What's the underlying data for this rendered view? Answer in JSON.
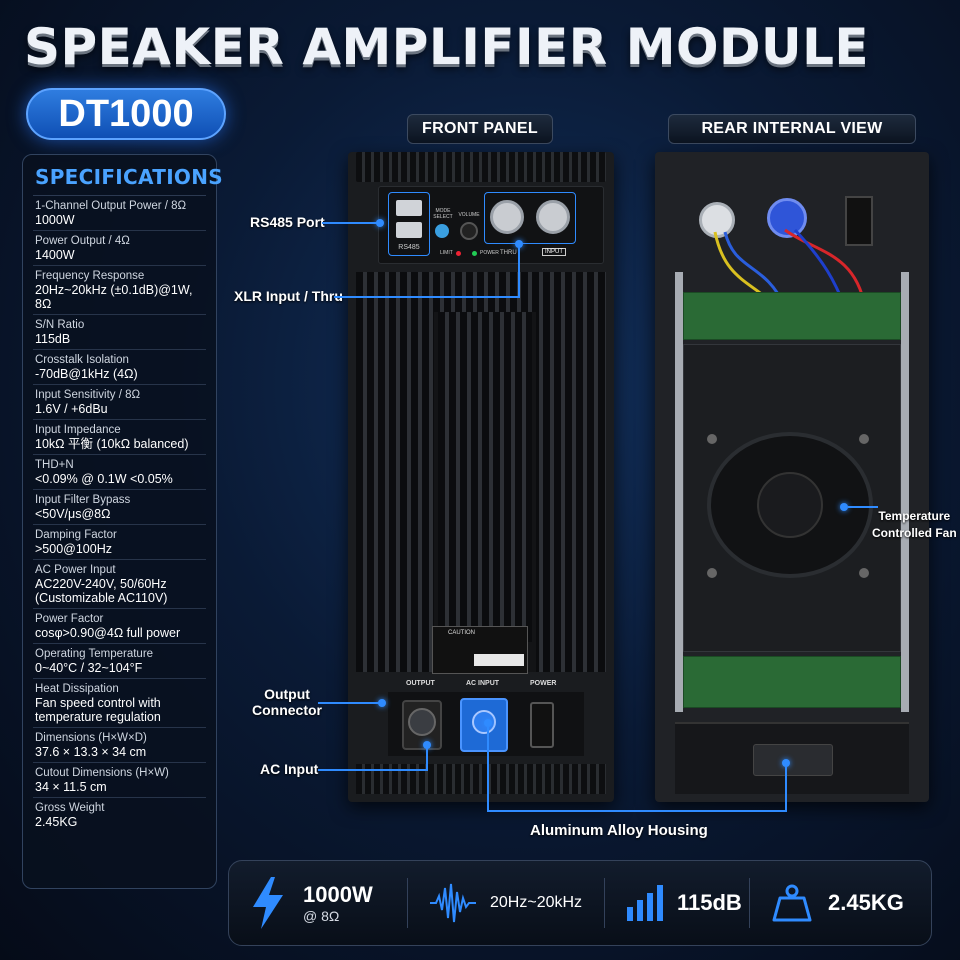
{
  "title": "SPEAKER AMPLIFIER MODULE",
  "model": "DT1000",
  "specs_title": "SPECIFICATIONS",
  "specs": [
    {
      "key": "1-Channel Output Power / 8Ω",
      "value": "1000W"
    },
    {
      "key": "Power Output / 4Ω",
      "value": "1400W"
    },
    {
      "key": "Frequency Response",
      "value": "20Hz~20kHz (±0.1dB)@1W, 8Ω"
    },
    {
      "key": "S/N Ratio",
      "value": "115dB"
    },
    {
      "key": "Crosstalk Isolation",
      "value": "-70dB@1kHz (4Ω)"
    },
    {
      "key": "Input Sensitivity / 8Ω",
      "value": "1.6V / +6dBu"
    },
    {
      "key": "Input Impedance",
      "value": "10kΩ 平衡  (10kΩ balanced)"
    },
    {
      "key": "THD+N",
      "value": "<0.09% @ 0.1W  <0.05%"
    },
    {
      "key": "Input Filter Bypass",
      "value": "<50V/μs@8Ω"
    },
    {
      "key": "Damping Factor",
      "value": ">500@100Hz"
    },
    {
      "key": "AC Power Input",
      "value": "AC220V-240V, 50/60Hz\n(Customizable AC110V)"
    },
    {
      "key": "Power Factor",
      "value": "cosφ>0.90@4Ω full power"
    },
    {
      "key": "Operating Temperature",
      "value": "0~40°C / 32~104°F"
    },
    {
      "key": "Heat Dissipation",
      "value": "Fan speed control with\ntemperature regulation"
    },
    {
      "key": "Dimensions (H×W×D)",
      "value": "37.6 × 13.3 × 34 cm"
    },
    {
      "key": "Cutout Dimensions (H×W)",
      "value": "34 × 11.5 cm"
    },
    {
      "key": "Gross Weight",
      "value": "2.45KG"
    }
  ],
  "front_header": "FRONT PANEL",
  "rear_header": "REAR INTERNAL VIEW",
  "panel_text": {
    "rs485": "RS485",
    "mode": "MODE SELECT",
    "volume": "VOLUME",
    "limit": "LIMIT",
    "power_led": "POWER",
    "thru": "THRU",
    "input": "INPUT",
    "output": "OUTPUT",
    "ac_input": "AC INPUT",
    "power": "POWER",
    "caution": "CAUTION"
  },
  "callouts": {
    "rs485_port": "RS485 Port",
    "xlr": "XLR Input / Thru",
    "output_connector": "Output\nConnector",
    "ac_input": "AC Input",
    "housing": "Aluminum Alloy Housing",
    "fan": "Temperature\nControlled Fan"
  },
  "features": [
    {
      "icon": "lightning-icon",
      "value": "1000W",
      "sub": "@ 8Ω"
    },
    {
      "icon": "waveform-icon",
      "value": "20Hz~20kHz",
      "sub": ""
    },
    {
      "icon": "signal-bars-icon",
      "value": "115dB",
      "sub": ""
    },
    {
      "icon": "weight-icon",
      "value": "2.45KG",
      "sub": ""
    }
  ],
  "colors": {
    "accent": "#2f8bff",
    "model_badge": "#1a63cc"
  }
}
